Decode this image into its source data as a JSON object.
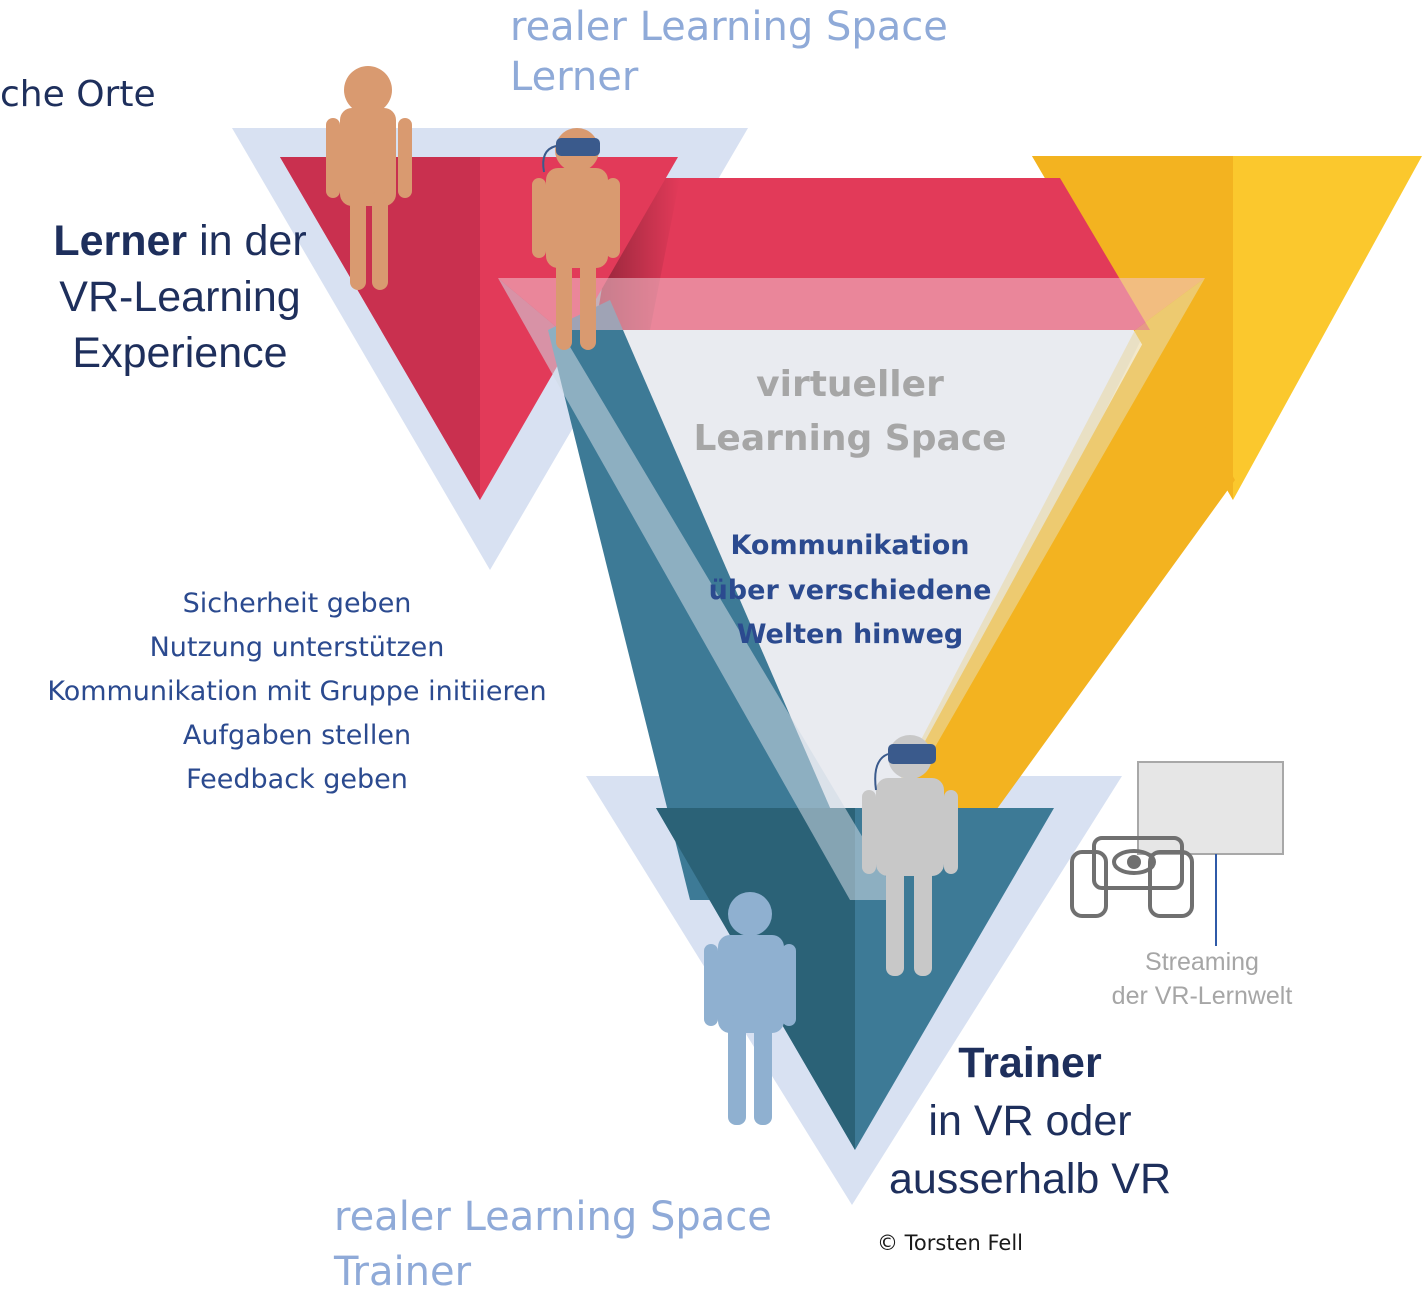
{
  "top_left_fragment": "che Orte",
  "real_space_learner": {
    "line1": "realer Learning Space",
    "line2": "Lerner"
  },
  "learner_label": {
    "bold": "Lerner",
    "rest1": " in der",
    "line2": "VR-Learning",
    "line3": "Experience"
  },
  "virtual_space": {
    "line1": "virtueller",
    "line2": "Learning Space"
  },
  "communication": {
    "line1": "Kommunikation",
    "line2": "über verschiedene",
    "line3": "Welten hinweg"
  },
  "trainer_tasks": [
    "Sicherheit geben",
    "Nutzung unterstützen",
    "Kommunikation mit Gruppe initiieren",
    "Aufgaben stellen",
    "Feedback geben"
  ],
  "streaming": {
    "line1": "Streaming",
    "line2": "der VR-Lernwelt"
  },
  "trainer_label": {
    "bold": "Trainer",
    "line2": "in VR oder",
    "line3": "ausserhalb VR"
  },
  "real_space_trainer": {
    "line1": "realer Learning Space",
    "line2": "Trainer"
  },
  "copyright": "© Torsten Fell",
  "colors": {
    "red": "#e23a59",
    "red_dark": "#c9304f",
    "yellow": "#f3b320",
    "yellow_light": "#fbc82d",
    "teal": "#3d7a96",
    "teal_dark": "#2b6277",
    "halo": "#d8e1f2",
    "skin": "#d99a70",
    "headset": "#3a5a8c",
    "trainer_real": "#8fb0d0",
    "trainer_vr": "#c8c8c8"
  },
  "icons": [
    "person-icon",
    "vr-headset-icon",
    "vr-controller-eye-icon",
    "screen-icon"
  ]
}
